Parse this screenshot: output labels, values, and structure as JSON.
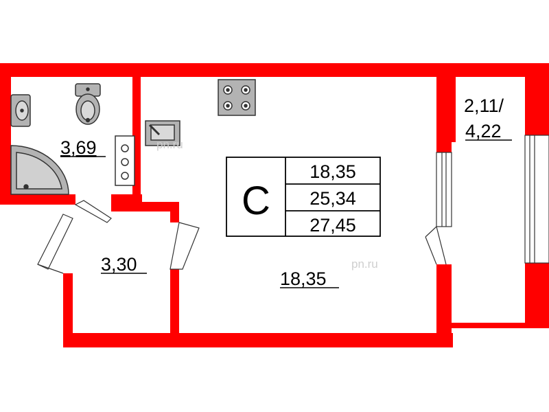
{
  "plan": {
    "apartment_type": "С",
    "areas": {
      "living": "18,35",
      "total": "25,34",
      "total_with_balcony": "27,45"
    },
    "rooms": {
      "bathroom": "3,69",
      "hallway": "3,30",
      "main_room": "18,35",
      "balcony_line1": "2,11/",
      "balcony_line2": "4,22"
    },
    "watermark": "pn.ru",
    "colors": {
      "wall": "#ff0000",
      "fixture_fill": "#b3b3b3",
      "fixture_stroke": "#333333",
      "text": "#000000"
    }
  }
}
